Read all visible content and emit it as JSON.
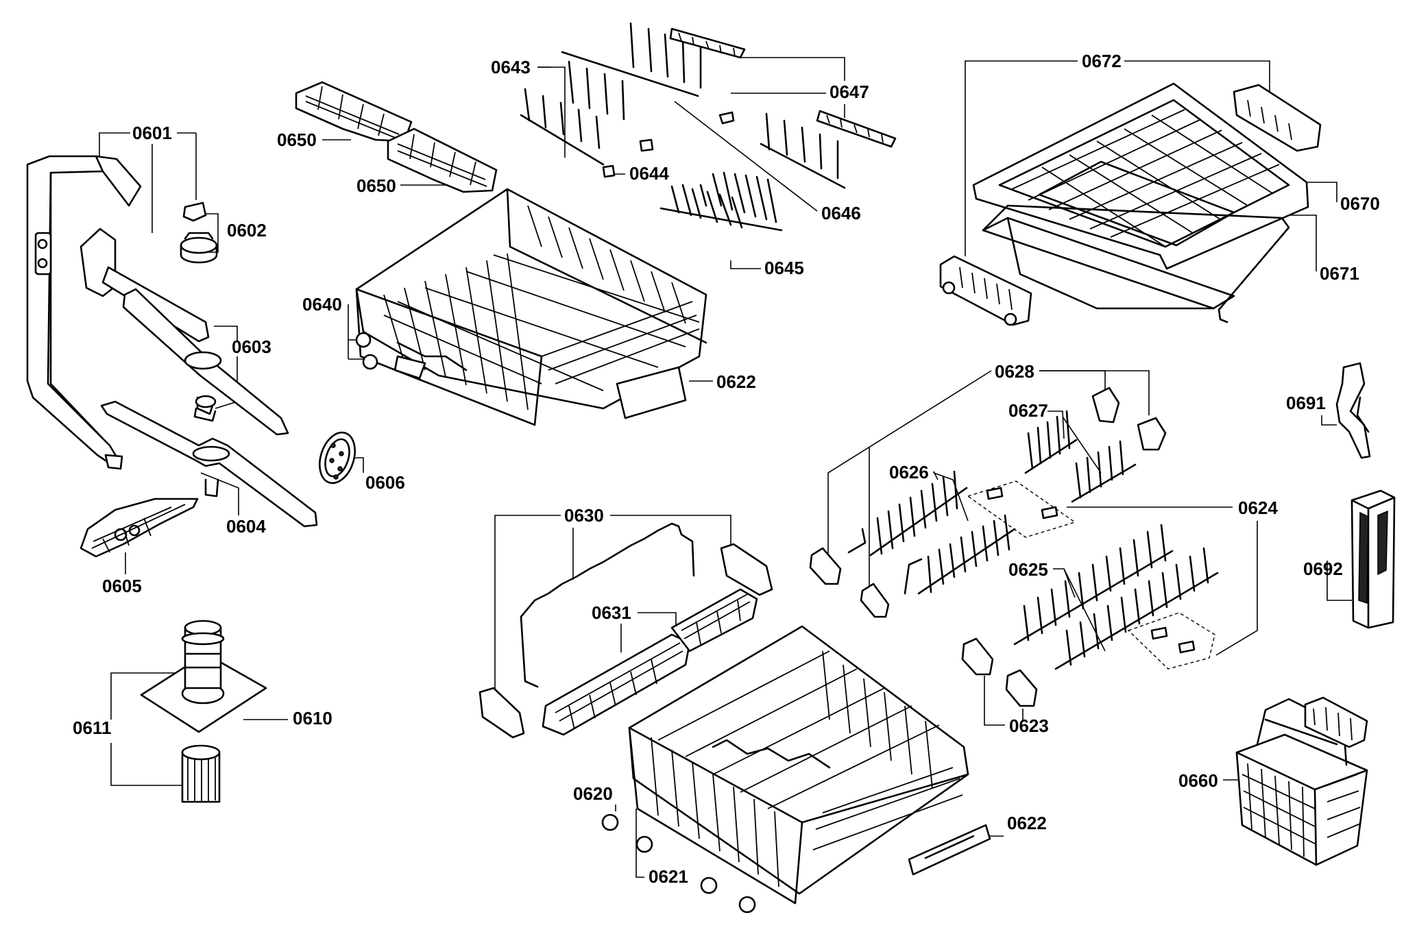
{
  "colors": {
    "line": "#000000",
    "background": "#ffffff"
  },
  "labels": [
    {
      "id": "l0601",
      "text": "0601"
    },
    {
      "id": "l0602",
      "text": "0602"
    },
    {
      "id": "l0603",
      "text": "0603"
    },
    {
      "id": "l0604",
      "text": "0604"
    },
    {
      "id": "l0605",
      "text": "0605"
    },
    {
      "id": "l0606",
      "text": "0606"
    },
    {
      "id": "l0610",
      "text": "0610"
    },
    {
      "id": "l0611",
      "text": "0611"
    },
    {
      "id": "l0620",
      "text": "0620"
    },
    {
      "id": "l0621",
      "text": "0621"
    },
    {
      "id": "l0622a",
      "text": "0622"
    },
    {
      "id": "l0622b",
      "text": "0622"
    },
    {
      "id": "l0623",
      "text": "0623"
    },
    {
      "id": "l0624",
      "text": "0624"
    },
    {
      "id": "l0625",
      "text": "0625"
    },
    {
      "id": "l0626",
      "text": "0626"
    },
    {
      "id": "l0627",
      "text": "0627"
    },
    {
      "id": "l0628",
      "text": "0628"
    },
    {
      "id": "l0630",
      "text": "0630"
    },
    {
      "id": "l0631",
      "text": "0631"
    },
    {
      "id": "l0640",
      "text": "0640"
    },
    {
      "id": "l0643",
      "text": "0643"
    },
    {
      "id": "l0644",
      "text": "0644"
    },
    {
      "id": "l0645",
      "text": "0645"
    },
    {
      "id": "l0646",
      "text": "0646"
    },
    {
      "id": "l0647",
      "text": "0647"
    },
    {
      "id": "l0650a",
      "text": "0650"
    },
    {
      "id": "l0650b",
      "text": "0650"
    },
    {
      "id": "l0660",
      "text": "0660"
    },
    {
      "id": "l0670",
      "text": "0670"
    },
    {
      "id": "l0671",
      "text": "0671"
    },
    {
      "id": "l0672",
      "text": "0672"
    },
    {
      "id": "l0691",
      "text": "0691"
    },
    {
      "id": "l0692",
      "text": "0692"
    }
  ]
}
